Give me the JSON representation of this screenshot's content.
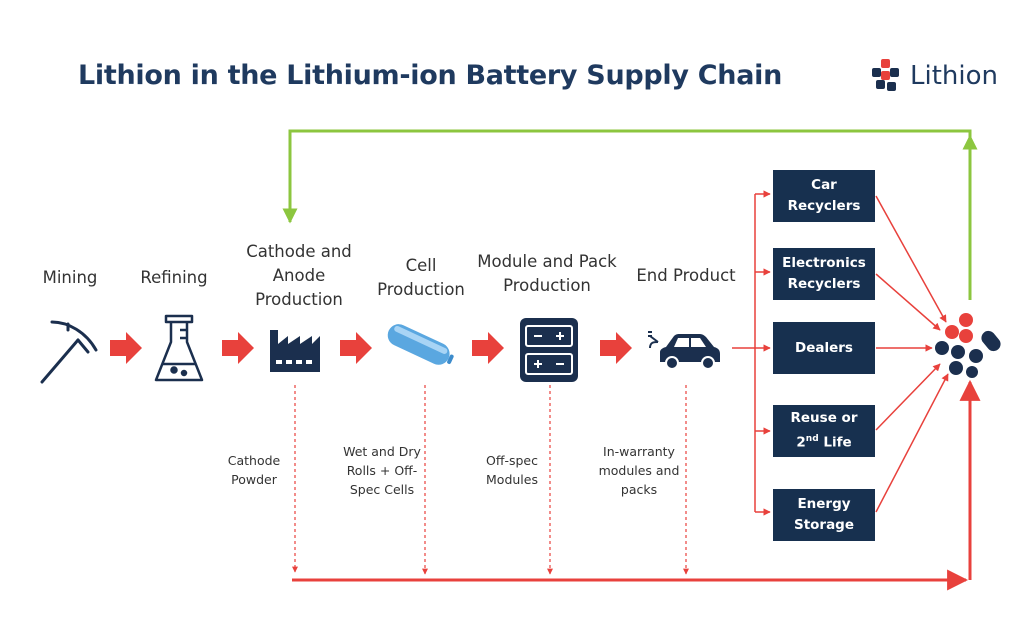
{
  "title": "Lithion in the Lithium-ion Battery Supply Chain",
  "logo": {
    "text": "Lithion"
  },
  "stages": [
    {
      "label": "Mining",
      "icon": "pickaxe-icon"
    },
    {
      "label": "Refining",
      "icon": "flask-icon"
    },
    {
      "label": "Cathode and Anode Production",
      "icon": "factory-icon"
    },
    {
      "label": "Cell Production",
      "icon": "battery-cell-icon"
    },
    {
      "label": "Module and Pack Production",
      "icon": "battery-module-icon"
    },
    {
      "label": "End Product",
      "icon": "electric-car-icon"
    }
  ],
  "byproducts": [
    {
      "line1": "Cathode",
      "line2": "Powder",
      "line3": ""
    },
    {
      "line1": "Wet and Dry",
      "line2": "Rolls + Off-",
      "line3": "Spec Cells"
    },
    {
      "line1": "Off-spec",
      "line2": "Modules",
      "line3": ""
    },
    {
      "line1": "In-warranty",
      "line2": "modules and",
      "line3": "packs"
    }
  ],
  "destinations": [
    {
      "line1": "Car",
      "line2": "Recyclers",
      "sup": "",
      "rest": ""
    },
    {
      "line1": "Electronics",
      "line2": "Recyclers",
      "sup": "",
      "rest": ""
    },
    {
      "line1": "Dealers",
      "line2": "",
      "sup": "",
      "rest": ""
    },
    {
      "line1": "Reuse or",
      "line2": "2",
      "sup": "nd",
      "rest": " Life"
    },
    {
      "line1": "Energy",
      "line2": "Storage",
      "sup": "",
      "rest": ""
    }
  ],
  "colors": {
    "title": "#1f3a5f",
    "arrow_red": "#e8413c",
    "feedback_green": "#8cc63f",
    "box_navy": "#17304f",
    "icon_navy": "#1b2f4e"
  }
}
